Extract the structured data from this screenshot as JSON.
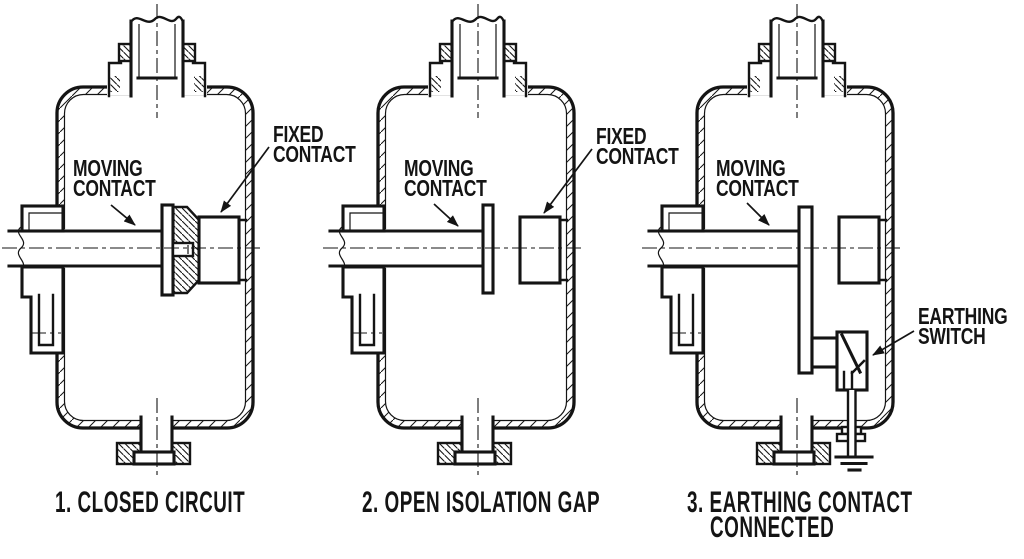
{
  "figure": {
    "panels": [
      {
        "caption": "1. CLOSED CIRCUIT",
        "moving_label": "MOVING\nCONTACT",
        "fixed_label": "FIXED\nCONTACT"
      },
      {
        "caption": "2. OPEN ISOLATION GAP",
        "moving_label": "MOVING\nCONTACT",
        "fixed_label": "FIXED\nCONTACT"
      },
      {
        "caption": "3. EARTHING CONTACT\n    CONNECTED",
        "moving_label": "MOVING\nCONTACT",
        "earthing_label": "EARTHING\nSWITCH"
      }
    ],
    "colors": {
      "line": "#141414",
      "background": "#ffffff"
    }
  }
}
